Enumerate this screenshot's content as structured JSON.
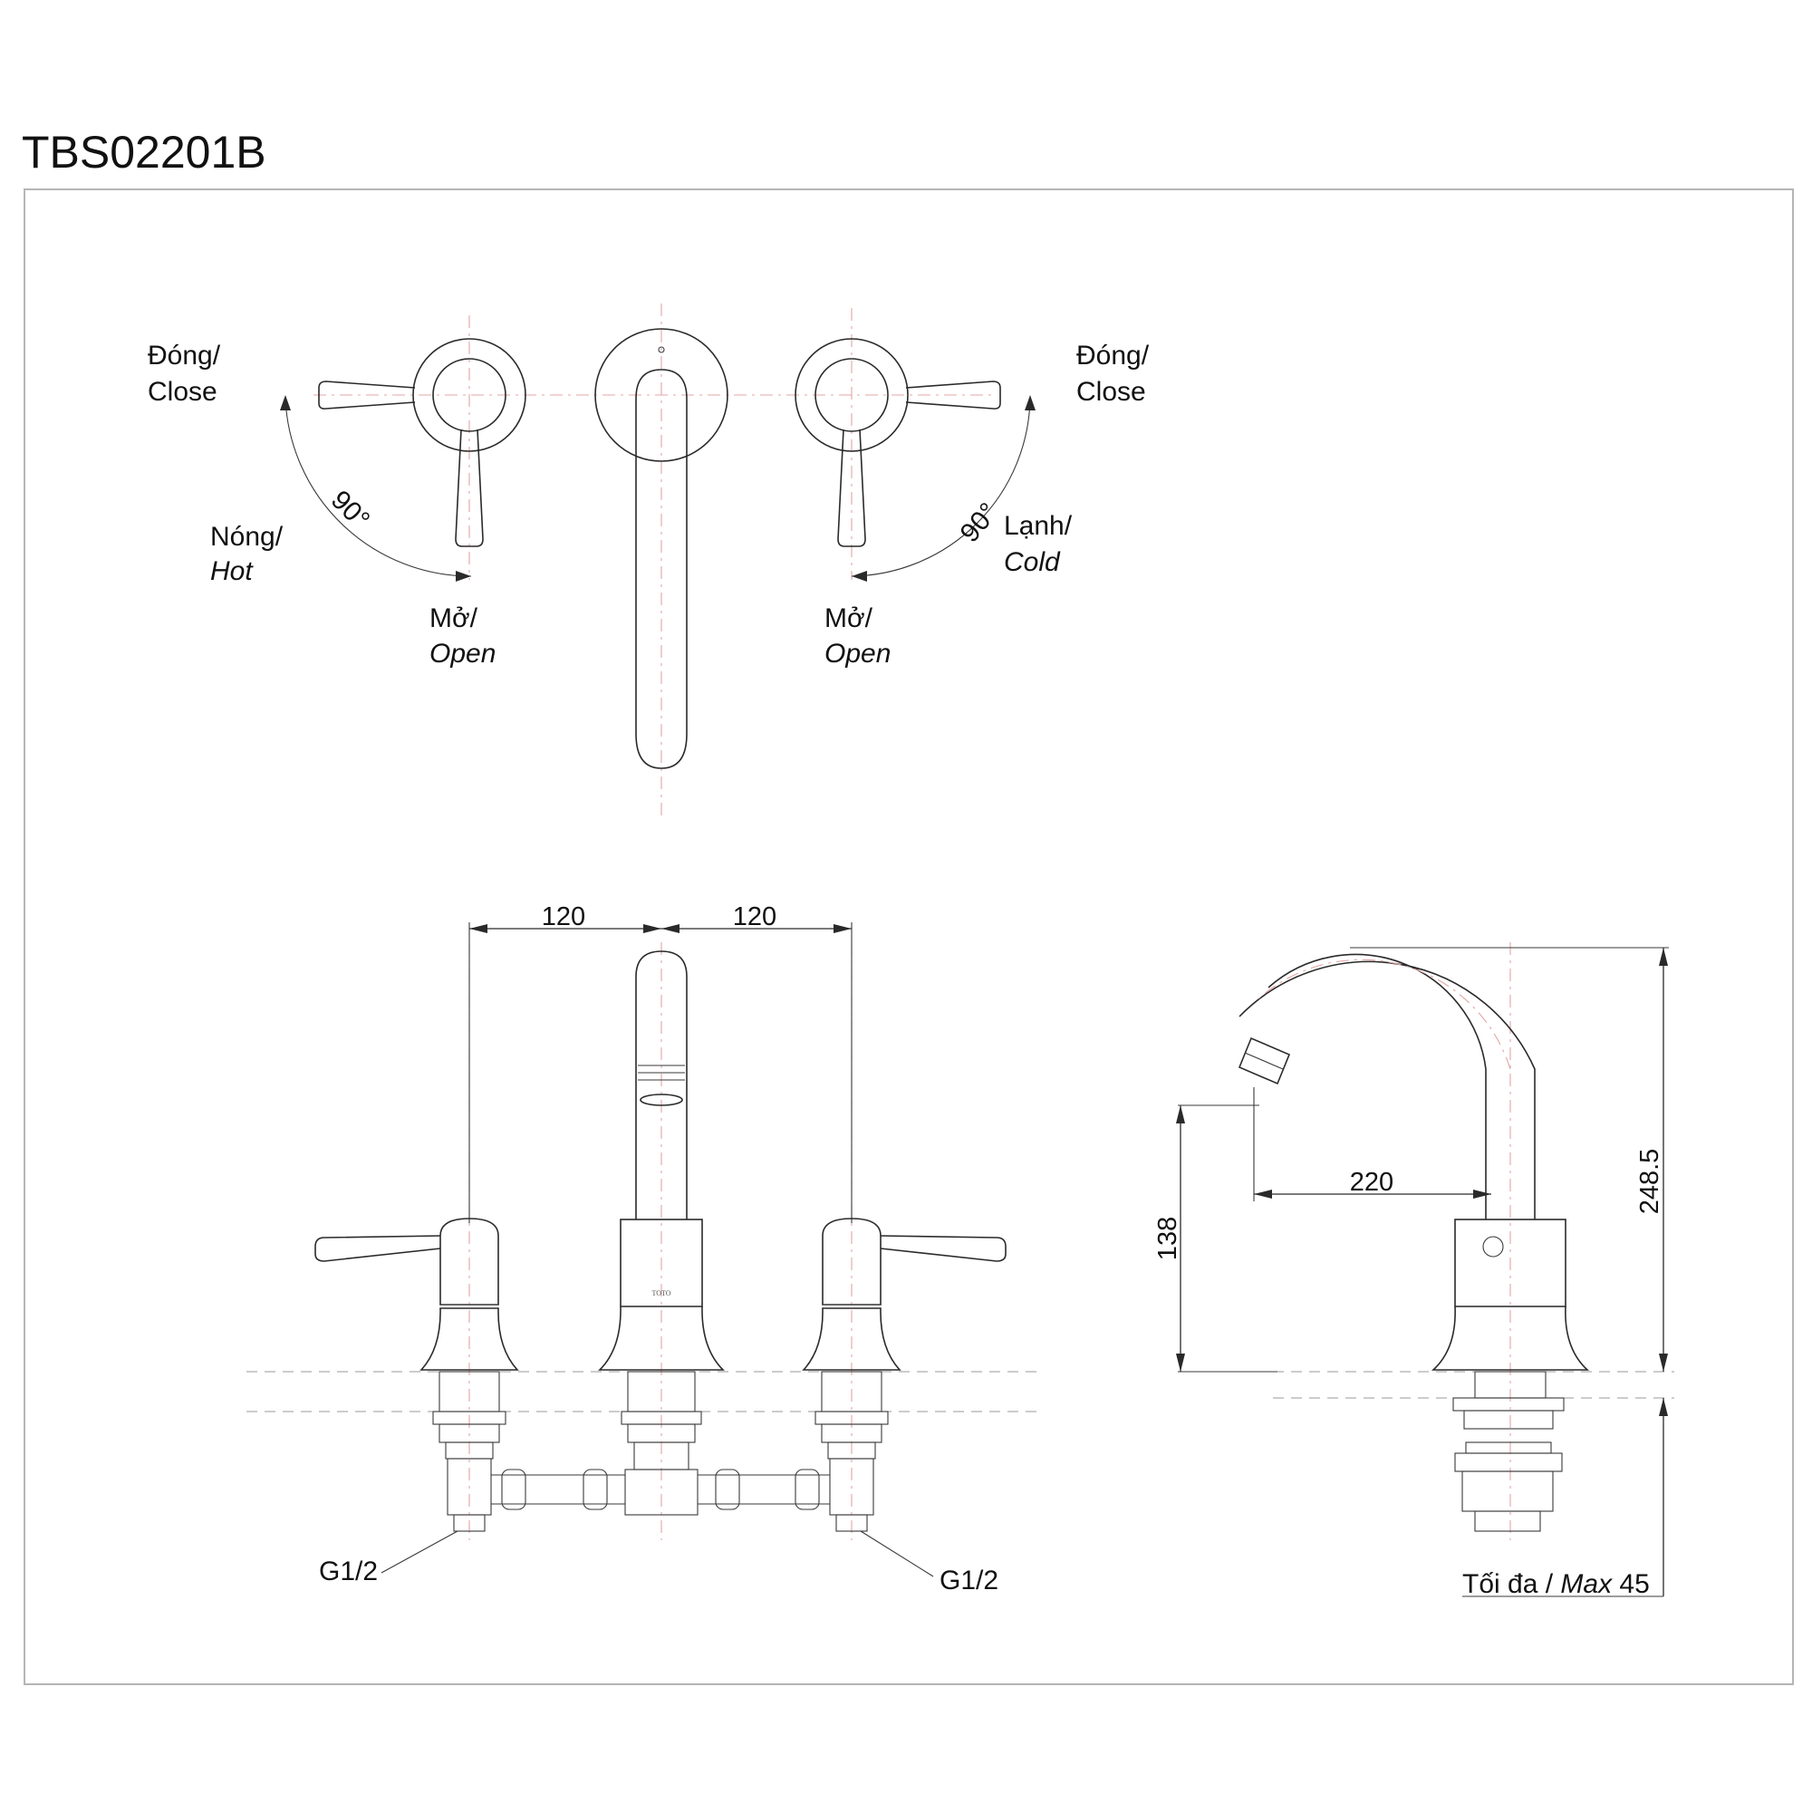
{
  "title": "TBS02201B",
  "top_view": {
    "left": {
      "close_vi": "Đóng/",
      "close_en": "Close",
      "angle": "90°",
      "hot_vi": "Nóng/",
      "hot_en": "Hot",
      "open_vi": "Mở/",
      "open_en": "Open"
    },
    "right": {
      "close_vi": "Đóng/",
      "close_en": "Close",
      "angle": "90°",
      "cold_vi": "Lạnh/",
      "cold_en": "Cold",
      "open_vi": "Mở/",
      "open_en": "Open"
    }
  },
  "front_view": {
    "dim_left": "120",
    "dim_right": "120",
    "connection_left": "G1/2",
    "connection_right": "G1/2",
    "logo": "TOTO"
  },
  "side_view": {
    "reach": "220",
    "spout_height": "138",
    "total_height": "248.5",
    "max_vi": "Tối đa / ",
    "max_en": "Max",
    "max_value": " 45"
  }
}
